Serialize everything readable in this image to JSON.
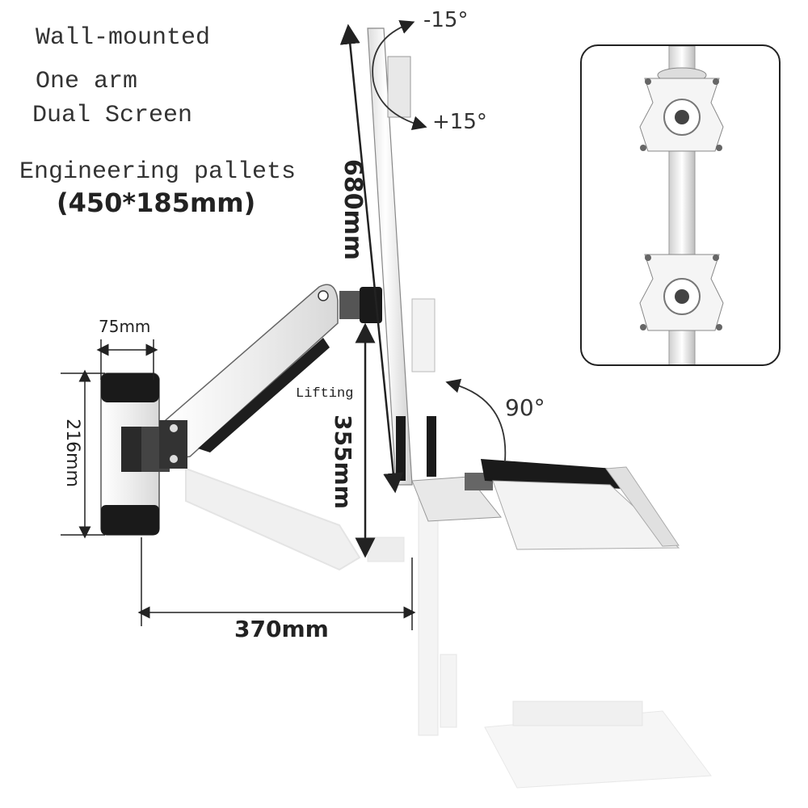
{
  "features": {
    "line1": "Wall-mounted",
    "line2": "One arm",
    "line3": "Dual Screen",
    "pallets_label": "Engineering pallets",
    "pallets_size": "(450*185mm)"
  },
  "dimensions": {
    "width_base": "75mm",
    "height_base": "216mm",
    "reach": "370mm",
    "pole_height": "680mm",
    "lifting_label": "Lifting",
    "lifting_range": "355mm",
    "tilt_up": "-15°",
    "tilt_down": "+15°",
    "rotation": "90°"
  },
  "colors": {
    "line": "#222222",
    "metal": "#f2f2f2",
    "dark": "#1a1a1a",
    "ghost": "#e6e6e6"
  }
}
